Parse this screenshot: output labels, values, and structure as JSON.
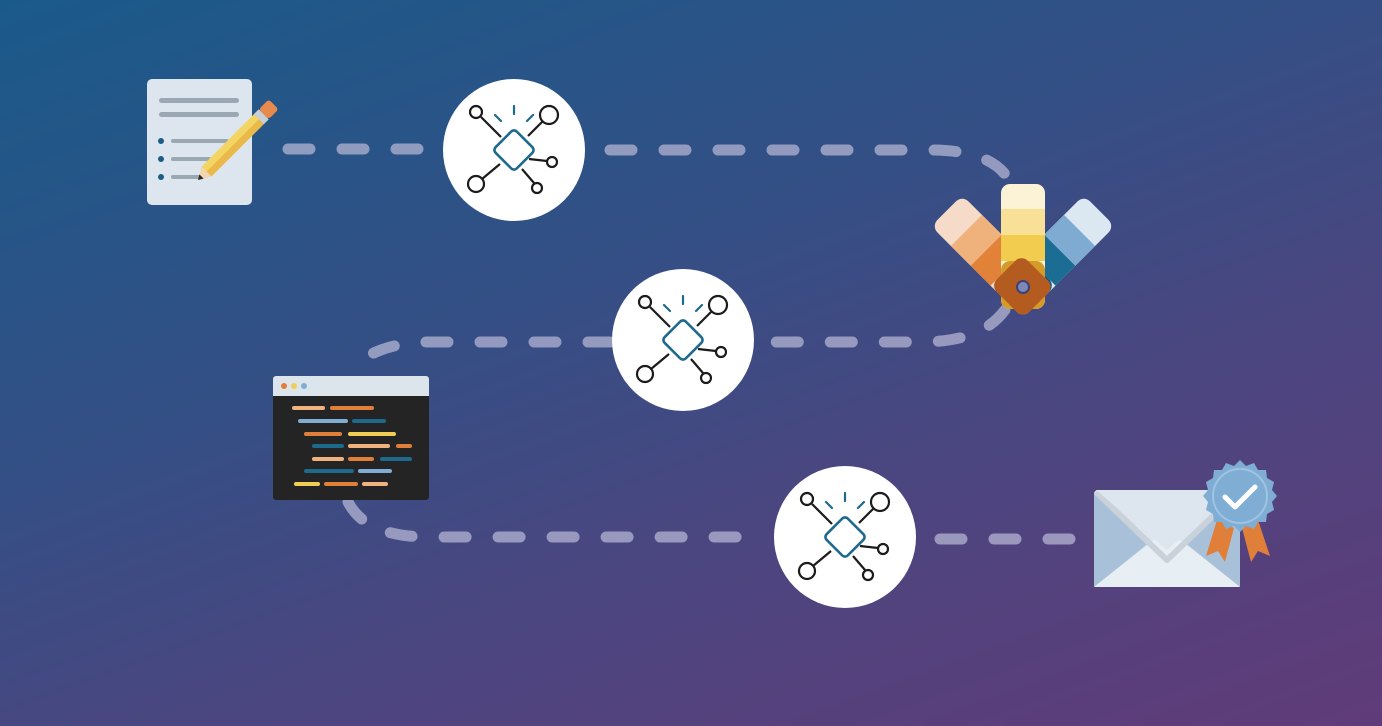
{
  "colors": {
    "background_start": "#1a5a8a",
    "background_end": "#603b79",
    "dash": "#b9b9d6",
    "node_fill": "#ffffff",
    "node_stroke": "#1b1b1b",
    "node_accent": "#1d6a8c",
    "orange": "#e07f3a",
    "yellow": "#f0cd54",
    "blue": "#7fadd4",
    "paper": "#dde6ee"
  },
  "steps": [
    {
      "id": "brief",
      "icon": "document-with-pencil-icon"
    },
    {
      "id": "ai-1",
      "icon": "ai-network-icon"
    },
    {
      "id": "design",
      "icon": "color-swatch-fan-icon"
    },
    {
      "id": "ai-2",
      "icon": "ai-network-icon"
    },
    {
      "id": "code",
      "icon": "code-editor-window-icon"
    },
    {
      "id": "ai-3",
      "icon": "ai-network-icon"
    },
    {
      "id": "deliver",
      "icon": "certified-email-icon"
    }
  ]
}
